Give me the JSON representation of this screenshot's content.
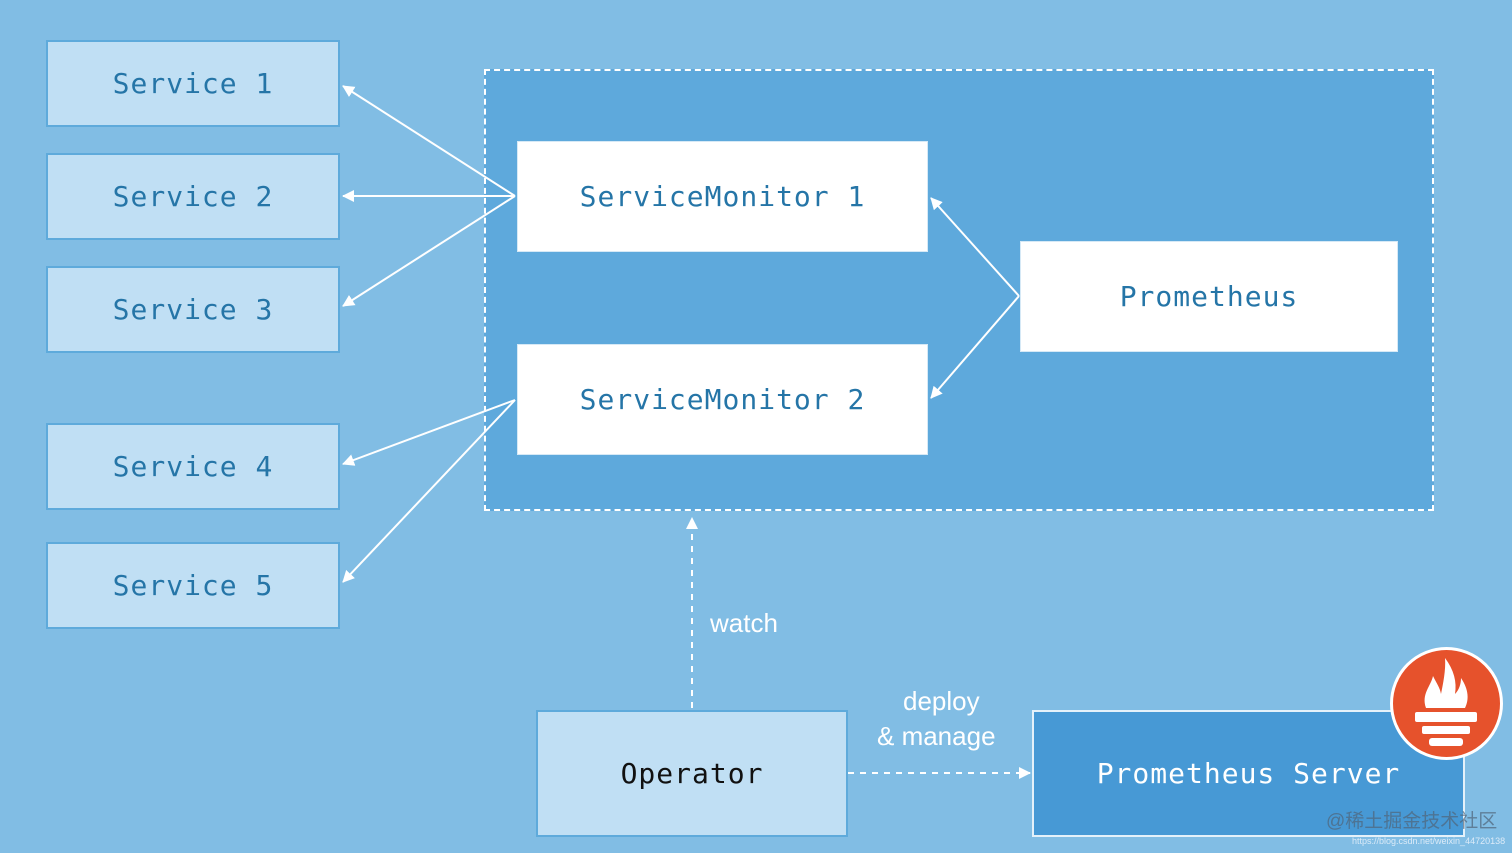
{
  "services": [
    {
      "label": "Service 1"
    },
    {
      "label": "Service 2"
    },
    {
      "label": "Service 3"
    },
    {
      "label": "Service 4"
    },
    {
      "label": "Service 5"
    }
  ],
  "monitors": [
    {
      "label": "ServiceMonitor 1"
    },
    {
      "label": "ServiceMonitor 2"
    }
  ],
  "prometheus": {
    "label": "Prometheus"
  },
  "operator": {
    "label": "Operator"
  },
  "server": {
    "label": "Prometheus Server"
  },
  "edges": {
    "watch": "watch",
    "deploy_line1": "deploy",
    "deploy_line2": "& manage"
  },
  "logo": {
    "icon": "prometheus-flame-icon",
    "color": "#e6522c"
  },
  "watermark": {
    "main": "@稀土掘金技术社区",
    "url": "https://blog.csdn.net/weixin_44720138"
  },
  "colors": {
    "background": "#81bde4",
    "cluster": "#5ea9dc",
    "service_fill": "#c0dff4",
    "text_blue": "#2575a7",
    "server_fill": "#4799d5"
  }
}
